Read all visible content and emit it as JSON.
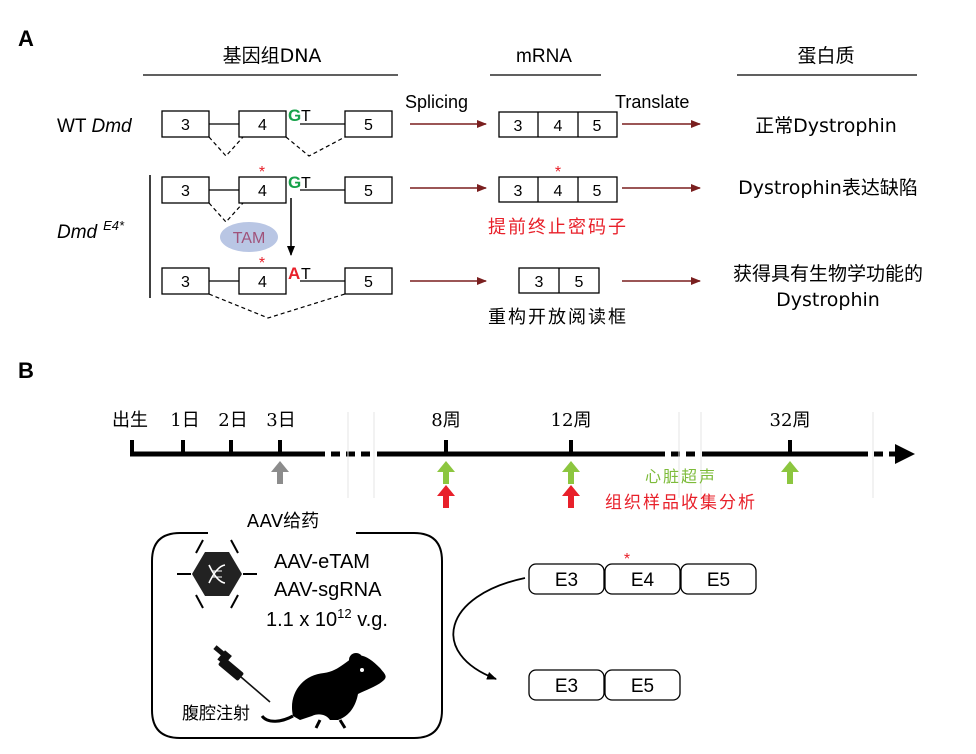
{
  "panel_a": {
    "label": "A",
    "headers": {
      "gene": "基因组DNA",
      "mrna": "mRNA",
      "protein": "蛋白质"
    },
    "wt_label": "WT ",
    "wt_gene": "Dmd",
    "mut_gene": "Dmd",
    "mut_sup": "E4*",
    "exon_3": "3",
    "exon_4": "4",
    "exon_5": "5",
    "star": "*",
    "g_letter": "G",
    "a_letter": "A",
    "t_letter": "T",
    "splicing": "Splicing",
    "translate": "Translate",
    "tam": "TAM",
    "wt_protein": "正常Dystrophin",
    "mut_protein": "Dystrophin表达缺陷",
    "stop_codon": "提前终止密码子",
    "reframe": "重构开放阅读框",
    "rescue_protein_1": "获得具有生物学功能的",
    "rescue_protein_2": "Dystrophin"
  },
  "panel_b": {
    "label": "B",
    "timeline": {
      "birth": "出生",
      "d1": "1日",
      "d2": "2日",
      "d3": "3日",
      "w8": "8周",
      "w12": "12周",
      "w32": "32周"
    },
    "legend_echo": "心脏超声",
    "legend_collect": "组织样品收集分析",
    "aav_title": "AAV给药",
    "aav_etam": "AAV-eTAM",
    "aav_sgrna": "AAV-sgRNA",
    "dose_base": "1.1 x 10",
    "dose_exp": "12",
    "dose_unit": " v.g.",
    "injection": "腹腔注射",
    "e3": "E3",
    "e4": "E4",
    "e5": "E5",
    "star": "*"
  },
  "colors": {
    "arrow_darkred": "#7a1f1f",
    "green_base": "#17a24a",
    "red_base": "#e8202a",
    "red_text": "#e8202a",
    "tam_fill": "#b9c6e4",
    "tam_text": "#a0527a",
    "arrow_gray": "#8c8c8c",
    "arrow_green": "#8cc63f",
    "arrow_red": "#e8202a",
    "echo_text": "#7dbb3a"
  }
}
